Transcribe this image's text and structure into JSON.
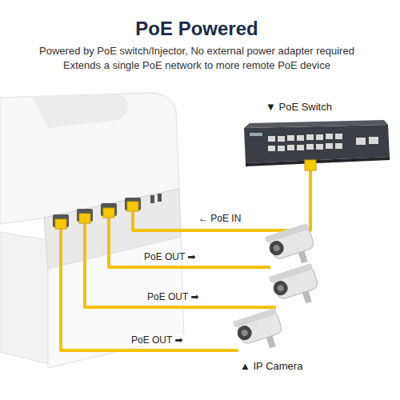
{
  "diagram": {
    "title": "PoE Powered",
    "nodes": [
      {
        "text": [
          "▼ PoE Switch"
        ]
      },
      {
        "text": [
          "▲ IP Camera"
        ]
      }
    ],
    "labels": [
      "Powered by PoE switch/Injector, No external power adapter required",
      "Extends a single PoE network to more remote PoE device",
      "← PoE IN",
      "PoE OUT ➡",
      "PoE OUT ➡",
      "PoE OUT ➡"
    ]
  }
}
